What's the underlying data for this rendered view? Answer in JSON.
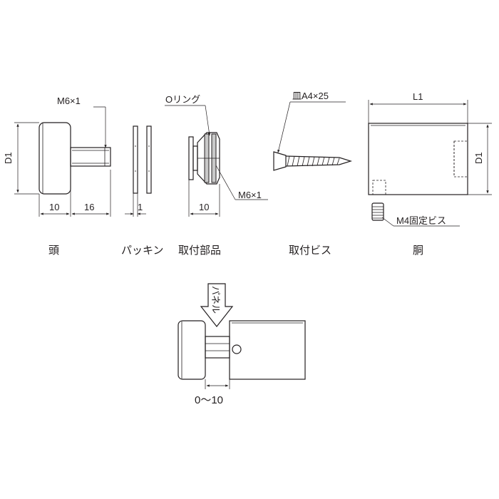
{
  "parts": {
    "head": {
      "caption": "頭",
      "thread_label": "M6×1",
      "dia_label": "D1",
      "dim_head": "10",
      "dim_shaft": "16"
    },
    "packing": {
      "caption": "パッキン",
      "dim_thickness": "1"
    },
    "fitting": {
      "caption": "取付部品",
      "oring_label": "Oリング",
      "thread_label": "M6×1",
      "dim_length": "10"
    },
    "screw": {
      "caption": "取付ビス",
      "spec_label": "皿A4×25"
    },
    "body": {
      "caption": "胴",
      "length_label": "L1",
      "dia_label": "D1",
      "setscrew_label": "M4固定ビス"
    }
  },
  "assembly": {
    "panel_label": "パネル",
    "gap_label": "0〜10"
  }
}
